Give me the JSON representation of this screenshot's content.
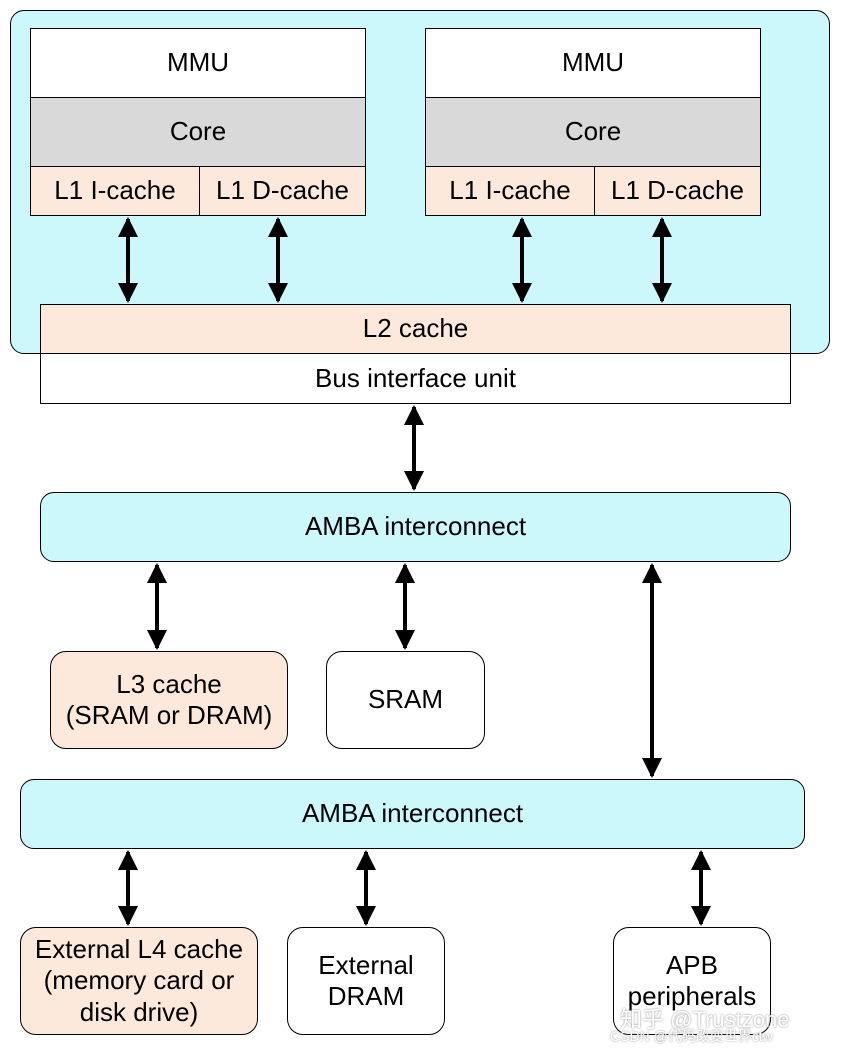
{
  "labels": {
    "mmu": "MMU",
    "core": "Core",
    "l1_icache": "L1 I-cache",
    "l1_dcache": "L1 D-cache",
    "l2_cache": "L2 cache",
    "bus_interface": "Bus interface unit",
    "amba_interconnect_upper": "AMBA interconnect",
    "amba_interconnect_lower": "AMBA interconnect",
    "l3_cache": "L3 cache\n(SRAM or DRAM)",
    "sram": "SRAM",
    "external_l4": "External L4 cache\n(memory card or\ndisk drive)",
    "external_dram": "External\nDRAM",
    "apb_peripherals": "APB\nperipherals"
  },
  "watermark": {
    "line1": "知乎 @Trustzone",
    "line2": "CSDN @代码改变世界ctw"
  },
  "colors": {
    "cluster_bg": "#ccf7fb",
    "core_gray": "#d9d9d9",
    "cache_peach": "#fde9dc"
  }
}
